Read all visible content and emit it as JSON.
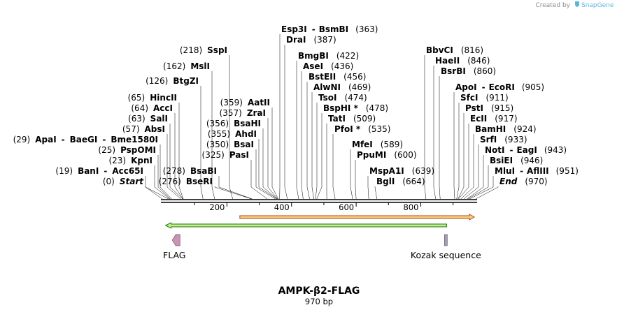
{
  "credit": {
    "prefix": "Created by",
    "brand": "SnapGene"
  },
  "title": "AMPK-β2-FLAG",
  "length_label": "970 bp",
  "ruler_ticks": [
    "200",
    "400",
    "600",
    "800"
  ],
  "ruler_tick_values": [
    200,
    400,
    600,
    800
  ],
  "sequence_length": 970,
  "sites": [
    {
      "pos": 0,
      "pos_label": "(0)",
      "name": "Start",
      "second": "",
      "italic": true
    },
    {
      "pos": 19,
      "pos_label": "(19)",
      "name": "BanI",
      "second": "Acc65I",
      "italic": false
    },
    {
      "pos": 23,
      "pos_label": "(23)",
      "name": "KpnI",
      "second": "",
      "italic": false
    },
    {
      "pos": 25,
      "pos_label": "(25)",
      "name": "PspOMI",
      "second": "",
      "italic": false
    },
    {
      "pos": 29,
      "pos_label": "(29)",
      "name": "ApaI",
      "second": "BaeGI",
      "third": "Bme1580I",
      "italic": false
    },
    {
      "pos": 57,
      "pos_label": "(57)",
      "name": "AbsI",
      "second": "",
      "italic": false
    },
    {
      "pos": 63,
      "pos_label": "(63)",
      "name": "SalI",
      "second": "",
      "italic": false
    },
    {
      "pos": 64,
      "pos_label": "(64)",
      "name": "AccI",
      "second": "",
      "italic": false
    },
    {
      "pos": 65,
      "pos_label": "(65)",
      "name": "HincII",
      "second": "",
      "italic": false
    },
    {
      "pos": 126,
      "pos_label": "(126)",
      "name": "BtgZI",
      "second": "",
      "italic": false
    },
    {
      "pos": 162,
      "pos_label": "(162)",
      "name": "MslI",
      "second": "",
      "italic": false
    },
    {
      "pos": 218,
      "pos_label": "(218)",
      "name": "SspI",
      "second": "",
      "italic": false
    },
    {
      "pos": 276,
      "pos_label": "(276)",
      "name": "BseRI",
      "second": "",
      "italic": false
    },
    {
      "pos": 278,
      "pos_label": "(278)",
      "name": "BsaBI",
      "second": "",
      "italic": false
    },
    {
      "pos": 325,
      "pos_label": "(325)",
      "name": "PasI",
      "second": "",
      "italic": false
    },
    {
      "pos": 350,
      "pos_label": "(350)",
      "name": "BsaI",
      "second": "",
      "italic": false
    },
    {
      "pos": 355,
      "pos_label": "(355)",
      "name": "AhdI",
      "second": "",
      "italic": false
    },
    {
      "pos": 356,
      "pos_label": "(356)",
      "name": "BsaHI",
      "second": "",
      "italic": false
    },
    {
      "pos": 357,
      "pos_label": "(357)",
      "name": "ZraI",
      "second": "",
      "italic": false
    },
    {
      "pos": 359,
      "pos_label": "(359)",
      "name": "AatII",
      "second": "",
      "italic": false
    },
    {
      "pos": 363,
      "pos_label": "(363)",
      "name": "Esp3I",
      "second": "BsmBI",
      "italic": false
    },
    {
      "pos": 387,
      "pos_label": "(387)",
      "name": "DraI",
      "second": "",
      "italic": false
    },
    {
      "pos": 422,
      "pos_label": "(422)",
      "name": "BmgBI",
      "second": "",
      "italic": false
    },
    {
      "pos": 436,
      "pos_label": "(436)",
      "name": "AseI",
      "second": "",
      "italic": false
    },
    {
      "pos": 456,
      "pos_label": "(456)",
      "name": "BstEII",
      "second": "",
      "italic": false
    },
    {
      "pos": 469,
      "pos_label": "(469)",
      "name": "AlwNI",
      "second": "",
      "italic": false
    },
    {
      "pos": 474,
      "pos_label": "(474)",
      "name": "TsoI",
      "second": "",
      "italic": false
    },
    {
      "pos": 478,
      "pos_label": "(478)",
      "name": "BspHI *",
      "second": "",
      "italic": false
    },
    {
      "pos": 509,
      "pos_label": "(509)",
      "name": "TatI",
      "second": "",
      "italic": false
    },
    {
      "pos": 535,
      "pos_label": "(535)",
      "name": "PfoI *",
      "second": "",
      "italic": false
    },
    {
      "pos": 589,
      "pos_label": "(589)",
      "name": "MfeI",
      "second": "",
      "italic": false
    },
    {
      "pos": 600,
      "pos_label": "(600)",
      "name": "PpuMI",
      "second": "",
      "italic": false
    },
    {
      "pos": 639,
      "pos_label": "(639)",
      "name": "MspA1I",
      "second": "",
      "italic": false
    },
    {
      "pos": 664,
      "pos_label": "(664)",
      "name": "BglI",
      "second": "",
      "italic": false
    },
    {
      "pos": 816,
      "pos_label": "(816)",
      "name": "BbvCI",
      "second": "",
      "italic": false
    },
    {
      "pos": 846,
      "pos_label": "(846)",
      "name": "HaeII",
      "second": "",
      "italic": false
    },
    {
      "pos": 860,
      "pos_label": "(860)",
      "name": "BsrBI",
      "second": "",
      "italic": false
    },
    {
      "pos": 905,
      "pos_label": "(905)",
      "name": "ApoI",
      "second": "EcoRI",
      "italic": false
    },
    {
      "pos": 911,
      "pos_label": "(911)",
      "name": "SfcI",
      "second": "",
      "italic": false
    },
    {
      "pos": 915,
      "pos_label": "(915)",
      "name": "PstI",
      "second": "",
      "italic": false
    },
    {
      "pos": 917,
      "pos_label": "(917)",
      "name": "EcII",
      "second": "",
      "italic": false
    },
    {
      "pos": 924,
      "pos_label": "(924)",
      "name": "BamHI",
      "second": "",
      "italic": false
    },
    {
      "pos": 933,
      "pos_label": "(933)",
      "name": "SrfI",
      "second": "",
      "italic": false
    },
    {
      "pos": 943,
      "pos_label": "(943)",
      "name": "NotI",
      "second": "EagI",
      "italic": false
    },
    {
      "pos": 946,
      "pos_label": "(946)",
      "name": "BsiEI",
      "second": "",
      "italic": false
    },
    {
      "pos": 951,
      "pos_label": "(951)",
      "name": "MluI",
      "second": "AflIII",
      "italic": false
    },
    {
      "pos": 970,
      "pos_label": "(970)",
      "name": "End",
      "second": "",
      "italic": true
    }
  ],
  "features": [
    {
      "name": "",
      "start": 10,
      "end": 880,
      "direction": "left",
      "color": "#9bd84a",
      "kind": "arrow"
    },
    {
      "name": "",
      "start": 240,
      "end": 970,
      "direction": "right",
      "color": "#f5a623",
      "kind": "arrow"
    },
    {
      "name": "FLAG",
      "start": 20,
      "end": 28,
      "direction": "left",
      "color": "#c994b4",
      "kind": "small-arrow"
    },
    {
      "name": "Kozak sequence",
      "start": 882,
      "end": 887,
      "direction": "none",
      "color": "#a89ab8",
      "kind": "box"
    }
  ],
  "colors": {
    "backbone": "#000000",
    "brand": "#5ab4e0",
    "green_fill": "#c6ec8e",
    "green_stroke": "#1a7a0c",
    "orange_fill": "#f9cc7e",
    "orange_stroke": "#a4501a"
  }
}
